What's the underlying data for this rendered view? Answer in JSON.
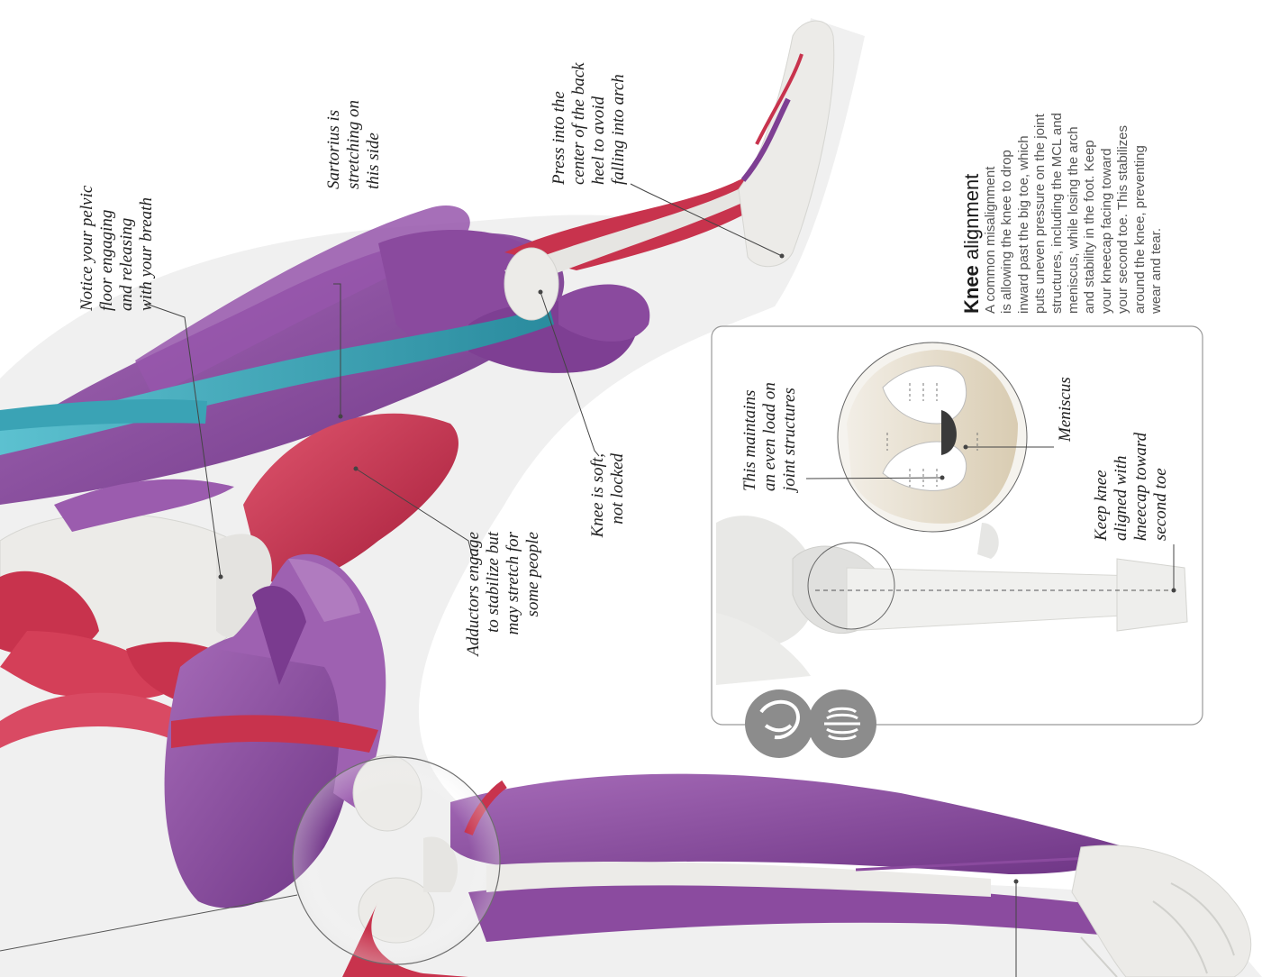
{
  "annotations": {
    "pelvic_floor": "Notice your pelvic\nfloor engaging\nand releasing\nwith your breath",
    "sartorius": "Sartorius is\nstretching on\nthis side",
    "heel": "Press into the\ncenter of the back\nheel to avoid\nfalling into arch",
    "adductors": "Adductors engage\nto stabilize but\nmay stretch for\nsome people",
    "knee_soft": "Knee is soft,\nnot locked",
    "even_load": "This maintains\nan even load on\njoint structures",
    "meniscus": "Meniscus",
    "keep_knee": "Keep knee\naligned with\nkneecap toward\nsecond toe"
  },
  "sidebar": {
    "title_bold": "Knee",
    "title_rest": " alignment",
    "body": "A common misalignment\nis allowing the knee to drop\ninward past the big toe, which\nputs uneven pressure on the joint\nstructures, including the MCL and\nmeniscus, while losing the arch\nand stability in the foot. Keep\nyour kneecap facing toward\nyour second toe. This stabilizes\naround the knee, preventing\nwear and tear."
  },
  "icons": [
    "muscle-icon",
    "skeleton-icon"
  ],
  "colors": {
    "muscle_purple": "#8a4a9e",
    "muscle_red": "#c8334d",
    "sartorius_teal": "#3aa3b5",
    "bone": "#ecebe8",
    "icon_gray": "#8c8c8c"
  }
}
